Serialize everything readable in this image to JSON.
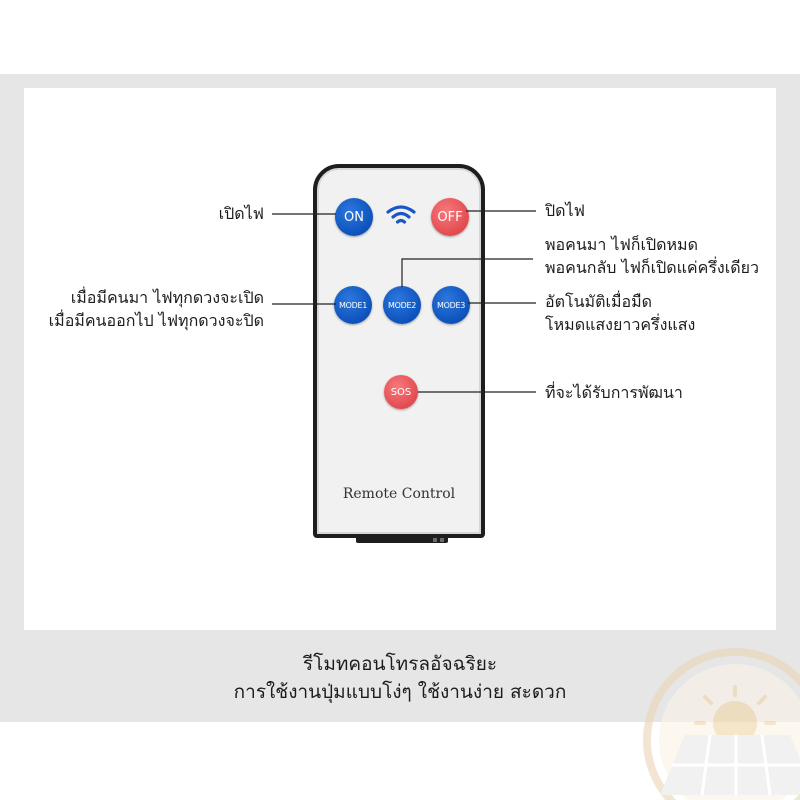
{
  "remote": {
    "brand": "Remote Control",
    "buttons": {
      "on": "ON",
      "off": "OFF",
      "mode1": "MODE1",
      "mode2": "MODE2",
      "mode3": "MODE3",
      "sos": "SOS"
    }
  },
  "labels": {
    "on": "เปิดไฟ",
    "off": "ปิดไฟ",
    "mode1": [
      "เมื่อมีคนมา ไฟทุกดวงจะเปิด",
      "เมื่อมีคนออกไป ไฟทุกดวงจะปิด"
    ],
    "mode2": [
      "พอคนมา ไฟก็เปิดหมด",
      "พอคนกลับ ไฟก็เปิดแค่ครึ่งเดียว"
    ],
    "mode3": [
      "อัตโนมัติเมื่อมืด",
      "โหมดแสงยาวครึ่งแสง"
    ],
    "sos": "ที่จะได้รับการพัฒนา"
  },
  "caption": [
    "รีโมทคอนโทรลอัจฉริยะ",
    "การใช้งานปุ่มแบบโง่ๆ ใช้งานง่าย สะดวก"
  ],
  "colors": {
    "blue_button": "#0b4fb8",
    "red_button": "#e1484d",
    "wifi_icon": "#1a56c4",
    "band": "#e6e6e6",
    "logo": "#e6c79a"
  },
  "icons": {
    "wifi": "wifi-icon",
    "logo": "solar-panel-logo-icon"
  }
}
